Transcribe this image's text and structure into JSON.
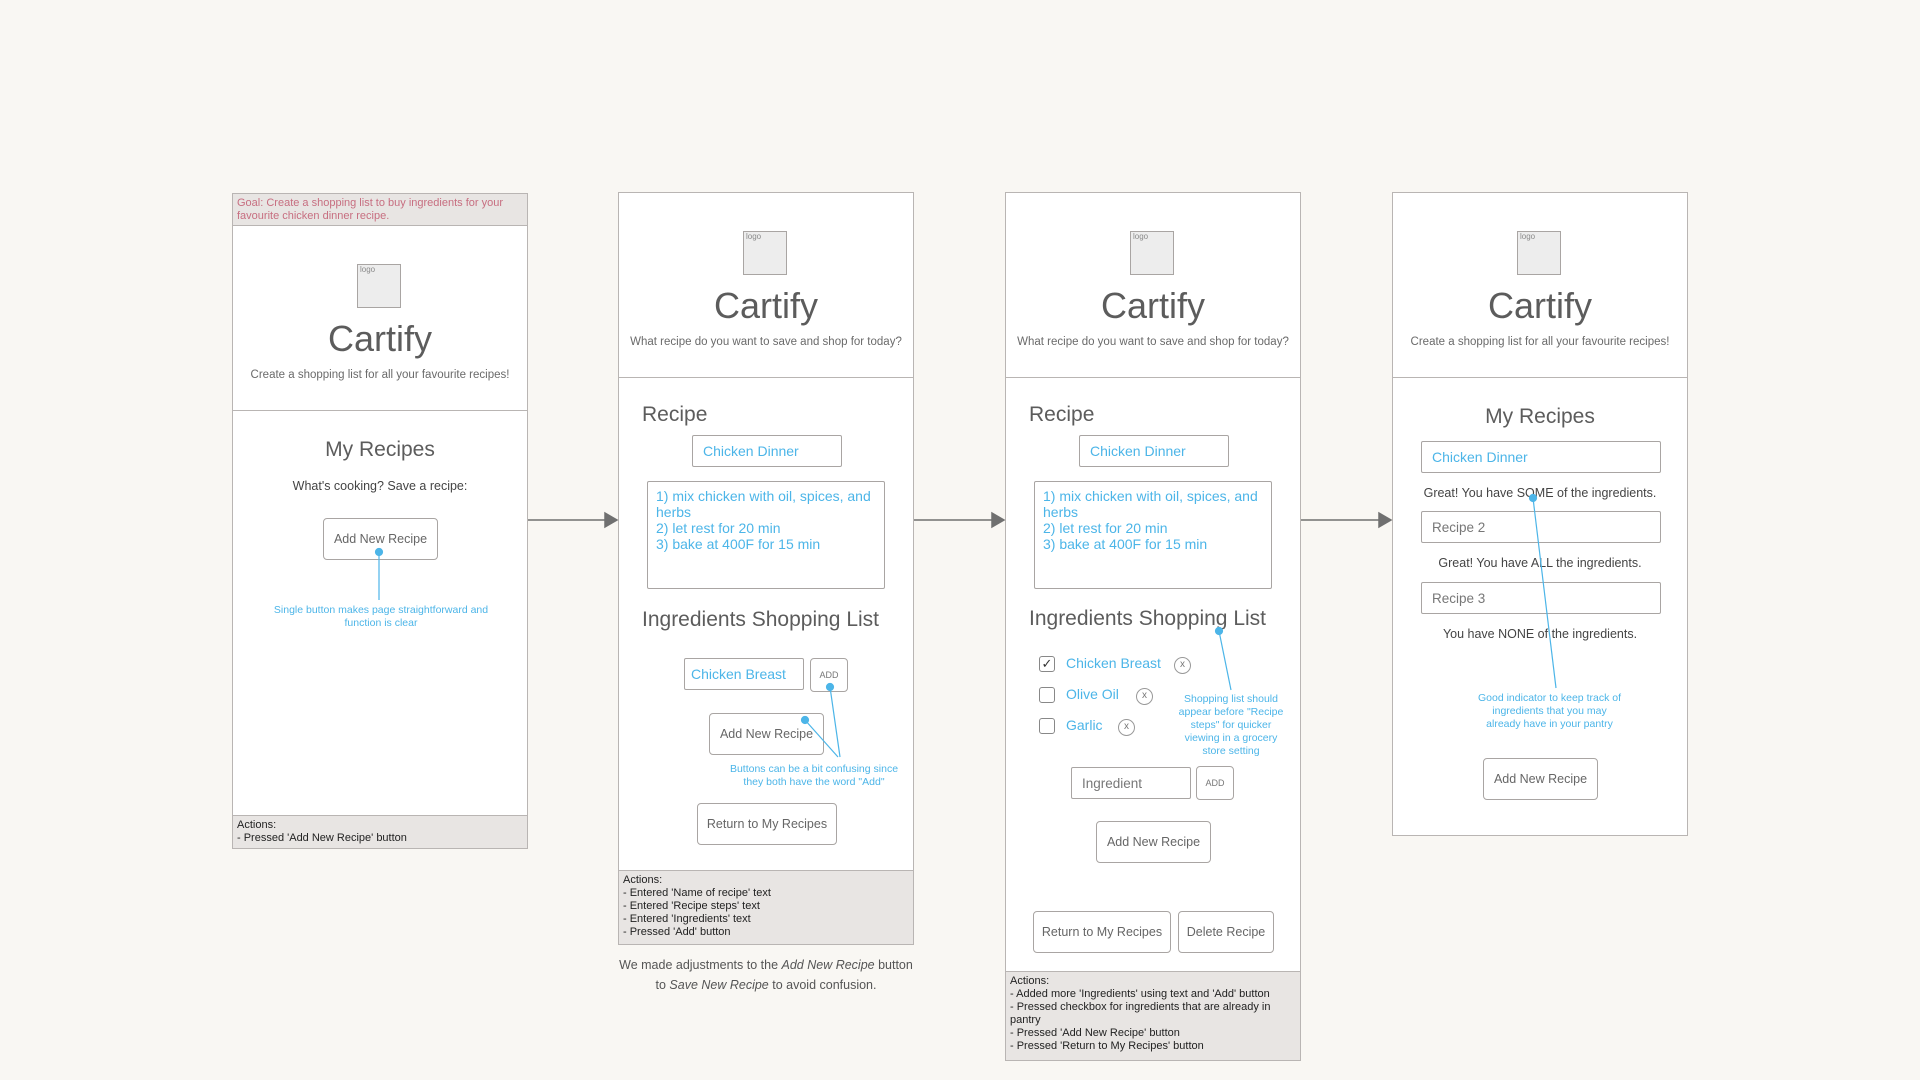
{
  "goal": "Goal: Create a shopping list to buy ingredients for your favourite chicken dinner recipe.",
  "screen1": {
    "logo_label": "logo",
    "app_name": "Cartify",
    "tagline": "Create a shopping list for all your favourite recipes!",
    "heading": "My Recipes",
    "prompt": "What's cooking? Save a recipe:",
    "add_button": "Add New Recipe",
    "note": "Single button makes page straightforward and function is clear",
    "actions": [
      "Actions:",
      "- Pressed 'Add New Recipe' button"
    ]
  },
  "screen2": {
    "logo_label": "logo",
    "app_name": "Cartify",
    "tagline": "What recipe do you want to save and shop for today?",
    "recipe_heading": "Recipe",
    "recipe_name": "Chicken Dinner",
    "steps": [
      "1) mix chicken with oil, spices, and herbs",
      "2) let rest for 20 min",
      "3) bake at 400F for 15 min"
    ],
    "ingredients_heading": "Ingredients Shopping List",
    "ingredient_input": "Chicken Breast",
    "add_small": "ADD",
    "add_recipe_button": "Add New Recipe",
    "return_button": "Return to My Recipes",
    "note": "Buttons can be a bit confusing since they both have the word \"Add\"",
    "actions": [
      "Actions:",
      "- Entered 'Name of recipe' text",
      "- Entered 'Recipe steps' text",
      "- Entered 'Ingredients' text",
      "- Pressed 'Add' button"
    ],
    "caption_pre": "We made adjustments to the ",
    "caption_em1": "Add New Recipe",
    "caption_mid": " button",
    "caption_to": "to ",
    "caption_em2": "Save New Recipe",
    "caption_post": " to avoid confusion."
  },
  "screen3": {
    "logo_label": "logo",
    "app_name": "Cartify",
    "tagline": "What recipe do you want to save and shop for today?",
    "recipe_heading": "Recipe",
    "recipe_name": "Chicken Dinner",
    "steps": [
      "1) mix chicken with oil, spices, and herbs",
      "2) let rest for 20 min",
      "3) bake at 400F for 15 min"
    ],
    "ingredients_heading": "Ingredients Shopping List",
    "ingredients": [
      {
        "name": "Chicken Breast",
        "checked": true
      },
      {
        "name": "Olive Oil",
        "checked": false
      },
      {
        "name": "Garlic",
        "checked": false
      }
    ],
    "remove_glyph": "x",
    "check_glyph": "✓",
    "ingredient_placeholder": "Ingredient",
    "add_small": "ADD",
    "add_recipe_button": "Add New Recipe",
    "return_button": "Return to My Recipes",
    "delete_button": "Delete Recipe",
    "note": "Shopping list should appear before \"Recipe steps\" for quicker viewing in a grocery store setting",
    "actions": [
      "Actions:",
      "- Added more 'Ingredients' using text and 'Add' button",
      "- Pressed checkbox for ingredients that are already in pantry",
      "- Pressed 'Add New Recipe' button",
      "- Pressed 'Return to My Recipes' button"
    ]
  },
  "screen4": {
    "logo_label": "logo",
    "app_name": "Cartify",
    "tagline": "Create a shopping list for all your favourite recipes!",
    "heading": "My Recipes",
    "recipes": [
      {
        "name": "Chicken Dinner",
        "status": "Great! You have SOME of the ingredients."
      },
      {
        "name": "Recipe 2",
        "status": "Great! You have ALL the ingredients."
      },
      {
        "name": "Recipe 3",
        "status": "You have NONE of the ingredients."
      }
    ],
    "note": "Good indicator to keep track of ingredients that you may already have in your pantry",
    "add_button": "Add New Recipe"
  },
  "colors": {
    "accent": "#4cb5e8",
    "goal_text": "#c76e80",
    "border": "#b9b5b3",
    "actions_bg": "#e8e5e3",
    "background": "#f9f7f3"
  }
}
